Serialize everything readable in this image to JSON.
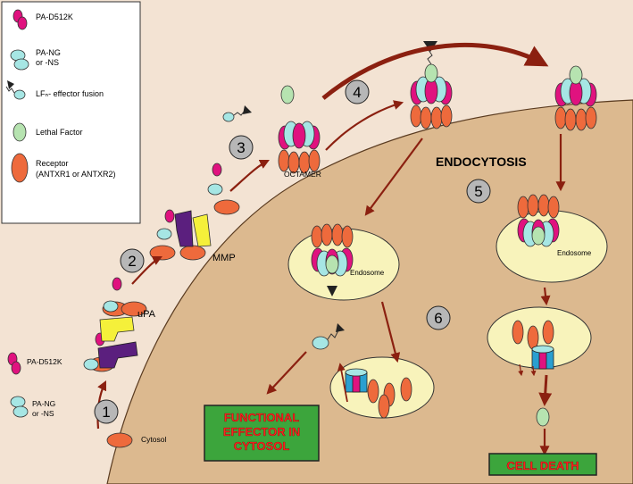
{
  "legend": {
    "items": [
      {
        "label": "PA-D512K",
        "icon": "pa-d512k-icon"
      },
      {
        "label": "PA-NG",
        "label2": "or -NS",
        "icon": "pa-ng-icon"
      },
      {
        "label": "LFₙ- effector fusion",
        "icon": "lfn-fusion-icon"
      },
      {
        "label": "Lethal Factor",
        "icon": "lethal-factor-icon"
      },
      {
        "label": "Receptor",
        "label2": "(ANTXR1 or ANTXR2)",
        "icon": "receptor-icon"
      }
    ]
  },
  "labels": {
    "pa_d512k": "PA-D512K",
    "pa_ng_1": "PA-NG",
    "pa_ng_2": "or -NS",
    "cytosol": "Cytosol",
    "upa": "uPA",
    "mmp": "MMP",
    "octamer": "OCTAMER",
    "endocytosis": "ENDOCYTOSIS",
    "endosome_left": "Endosome",
    "endosome_right": "Endosome",
    "functional_1": "FUNCTIONAL",
    "functional_2": "EFFECTOR IN",
    "functional_3": "CYTOSOL",
    "cell_death": "CELL DEATH"
  },
  "steps": [
    "1",
    "2",
    "3",
    "4",
    "5",
    "6"
  ],
  "colors": {
    "background": "#f3e3d3",
    "cell": "#dcb98f",
    "pa_d512k": "#e0127f",
    "pa_ng": "#a6e6e4",
    "lethal_factor": "#b6e3b0",
    "receptor": "#ee6a3c",
    "upa": "#f5f03a",
    "mmp": "#5b1f7e",
    "arrow": "#8b2010",
    "endosome": "#f8f3bb",
    "outcome_box": "#3ca53c",
    "outcome_text": "#ff2020"
  }
}
